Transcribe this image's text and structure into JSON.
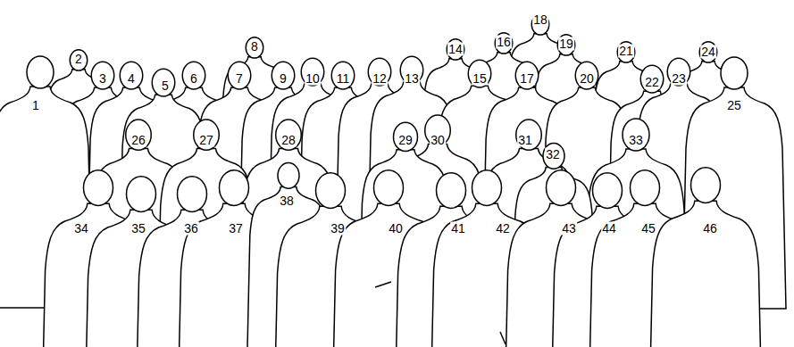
{
  "diagram": {
    "labels": [
      "1",
      "2",
      "3",
      "4",
      "5",
      "6",
      "7",
      "8",
      "9",
      "10",
      "11",
      "12",
      "13",
      "14",
      "15",
      "16",
      "17",
      "18",
      "19",
      "20",
      "21",
      "22",
      "23",
      "24",
      "25",
      "26",
      "27",
      "28",
      "29",
      "30",
      "31",
      "32",
      "33",
      "34",
      "35",
      "36",
      "37",
      "38",
      "39",
      "40",
      "41",
      "42",
      "43",
      "44",
      "45",
      "46"
    ]
  }
}
